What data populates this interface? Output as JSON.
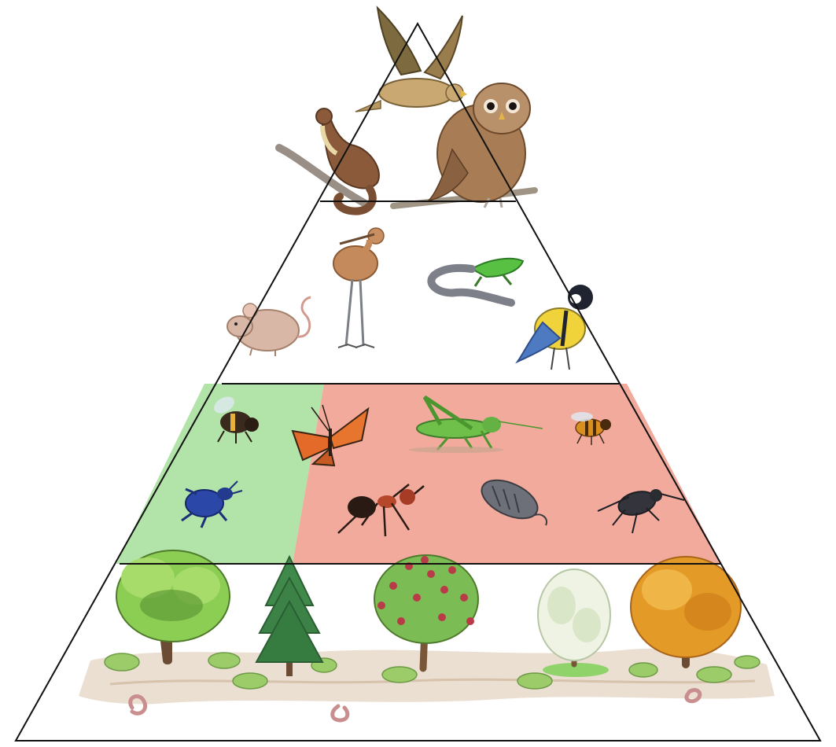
{
  "colors": {
    "outline": "#111111",
    "insect_tier_left": "#b2e3a8",
    "insect_tier_right": "#f1aa9c",
    "background": "#ffffff"
  },
  "tiers": [
    {
      "id": "top-predators",
      "organisms": [
        "buzzard-icon",
        "pine-marten-icon",
        "tawny-owl-icon"
      ]
    },
    {
      "id": "secondary-consumers",
      "organisms": [
        "mouse-icon",
        "curlew-icon",
        "lizard-icon",
        "great-tit-icon"
      ]
    },
    {
      "id": "insects",
      "organisms": [
        "bumblebee-icon",
        "butterfly-icon",
        "blue-beetle-icon",
        "grasshopper-icon",
        "honeybee-icon",
        "ant-icon",
        "woodlouse-icon",
        "ground-beetle-icon"
      ]
    },
    {
      "id": "producers",
      "organisms": [
        "oak-tree-icon",
        "fir-tree-icon",
        "rowan-tree-icon",
        "white-blossom-tree-icon",
        "orange-autumn-tree-icon",
        "earthworm-icon"
      ]
    }
  ]
}
